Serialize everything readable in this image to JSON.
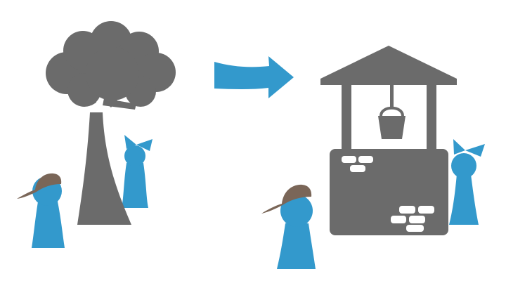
{
  "colors": {
    "background": "#ffffff",
    "structure_gray": "#6b6b6b",
    "figure_blue": "#3399cc",
    "cap_brown": "#7a6658",
    "brick_white": "#ffffff"
  },
  "scene": {
    "left_panel": {
      "icon": "tree-icon",
      "figures": [
        "boy-figure",
        "girl-figure"
      ]
    },
    "transition": {
      "icon": "arrow-right-icon"
    },
    "right_panel": {
      "icon": "wishing-well-icon",
      "figures": [
        "boy-figure",
        "girl-figure"
      ]
    }
  }
}
